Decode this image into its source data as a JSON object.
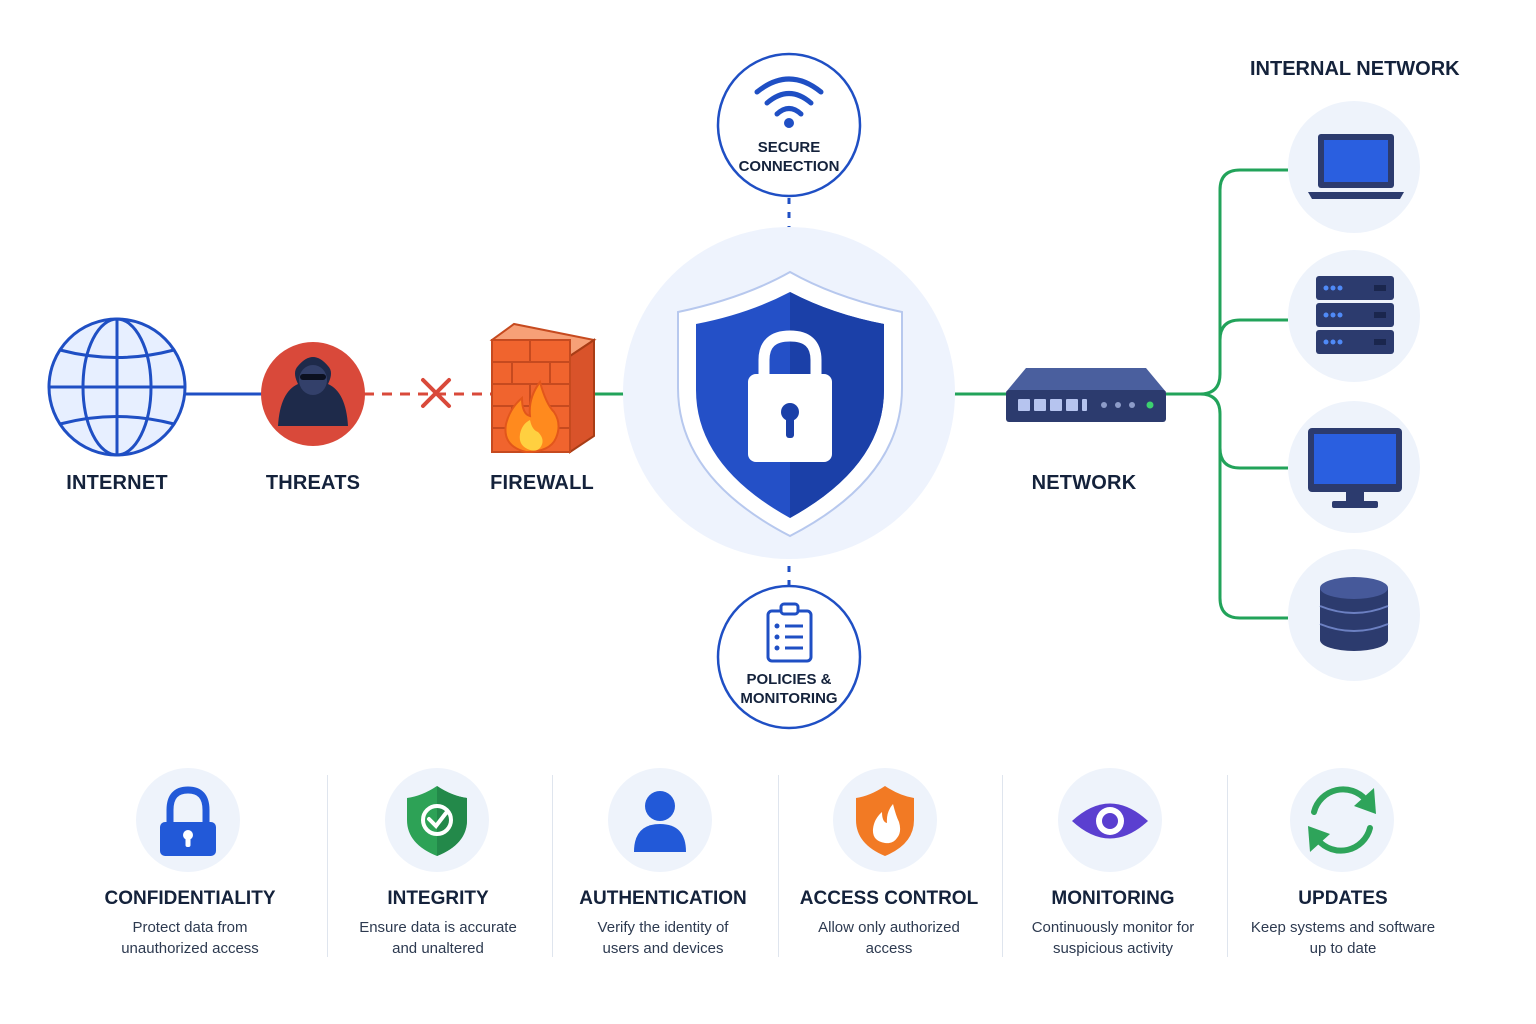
{
  "nodes": {
    "internet": "INTERNET",
    "threats": "THREATS",
    "firewall": "FIREWALL",
    "network": "NETWORK"
  },
  "secure_connection": {
    "line1": "SECURE",
    "line2": "CONNECTION"
  },
  "policies": {
    "line1": "POLICIES &",
    "line2": "MONITORING"
  },
  "internal_network": {
    "title": "INTERNAL NETWORK"
  },
  "features": [
    {
      "title": "CONFIDENTIALITY",
      "desc_line1": "Protect data from",
      "desc_line2": "unauthorized access"
    },
    {
      "title": "INTEGRITY",
      "desc_line1": "Ensure data is accurate",
      "desc_line2": "and unaltered"
    },
    {
      "title": "AUTHENTICATION",
      "desc_line1": "Verify the identity of",
      "desc_line2": "users and devices"
    },
    {
      "title": "ACCESS CONTROL",
      "desc_line1": "Allow only authorized",
      "desc_line2": "access"
    },
    {
      "title": "MONITORING",
      "desc_line1": "Continuously monitor for",
      "desc_line2": "suspicious activity"
    },
    {
      "title": "UPDATES",
      "desc_line1": "Keep systems and software",
      "desc_line2": "up to date"
    }
  ],
  "colors": {
    "primary_blue": "#1f4fc4",
    "threat_red": "#d9493a",
    "secure_green": "#22a35a",
    "firewall_orange": "#f0642e",
    "monitor_purple": "#5b3fd0"
  }
}
